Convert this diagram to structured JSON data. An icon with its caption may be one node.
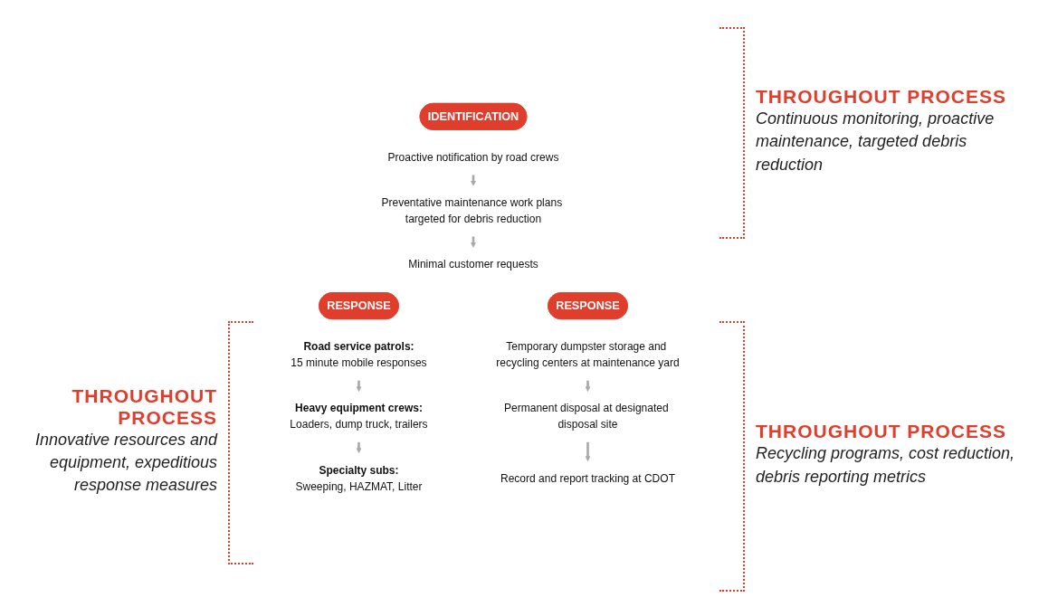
{
  "diagram": {
    "nodes": [
      {
        "text": [
          "IDENTIFICATION"
        ]
      },
      {
        "text": [
          "Proactive notification by road crews"
        ]
      },
      {
        "text": [
          "Preventative maintenance work plans targeted for debris reduction"
        ]
      },
      {
        "text": [
          "Minimal customer requests"
        ]
      },
      {
        "text": [
          "RESPONSE"
        ]
      },
      {
        "text": [
          "Road service patrols:",
          "15 minute mobile responses"
        ]
      },
      {
        "text": [
          "Heavy equipment crews:",
          "Loaders, dump truck, trailers"
        ]
      },
      {
        "text": [
          "Specialty subs:",
          "Sweeping, HAZMAT, Litter"
        ]
      },
      {
        "text": [
          "RESPONSE"
        ]
      },
      {
        "text": [
          "Temporary dumpster storage and recycling centers at maintenance yard"
        ]
      },
      {
        "text": [
          "Permanent disposal at designated disposal site"
        ]
      },
      {
        "text": [
          "Record and report tracking at CDOT"
        ]
      }
    ],
    "edges": [
      {
        "from": 1,
        "to": 2,
        "arrow": "to"
      },
      {
        "from": 2,
        "to": 3,
        "arrow": "to"
      },
      {
        "from": 5,
        "to": 6,
        "arrow": "to"
      },
      {
        "from": 6,
        "to": 7,
        "arrow": "to"
      },
      {
        "from": 9,
        "to": 10,
        "arrow": "to"
      },
      {
        "from": 10,
        "to": 11,
        "arrow": "to"
      }
    ],
    "labels": [
      "THROUGHOUT PROCESS",
      "Continuous monitoring, proactive maintenance, targeted debris reduction",
      "THROUGHOUT PROCESS",
      "Innovative resources and equipment, expeditious response measures",
      "THROUGHOUT PROCESS",
      "Recycling programs, cost reduction, debris reporting metrics"
    ]
  }
}
